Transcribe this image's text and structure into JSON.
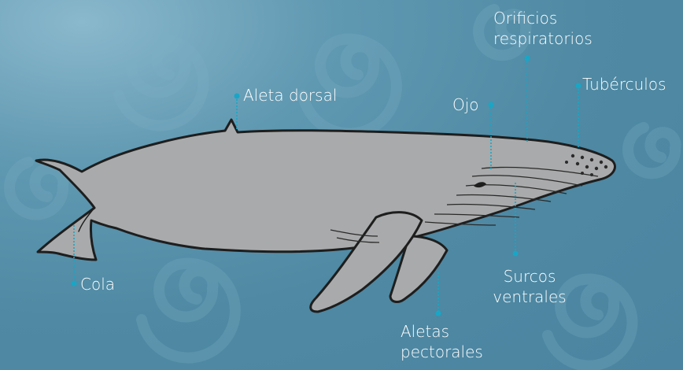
{
  "labels": {
    "orificios": [
      "Orificios",
      "respiratorios"
    ],
    "tuberculos": "Tubérculos",
    "aleta_dorsal": "Aleta dorsal",
    "ojo": "Ojo",
    "cola": "Cola",
    "surcos": [
      "Surcos",
      "ventrales"
    ],
    "aletas": [
      "Aletas",
      "pectorales"
    ]
  },
  "colors": {
    "background": "#5a93ad",
    "whale_fill": "#a9aaab",
    "outline": "#1e1e1e",
    "leader": "#19a6c6",
    "label_text": "#ffffff"
  },
  "icons": [
    "spiral-background-pattern",
    "humpback-whale-illustration"
  ]
}
